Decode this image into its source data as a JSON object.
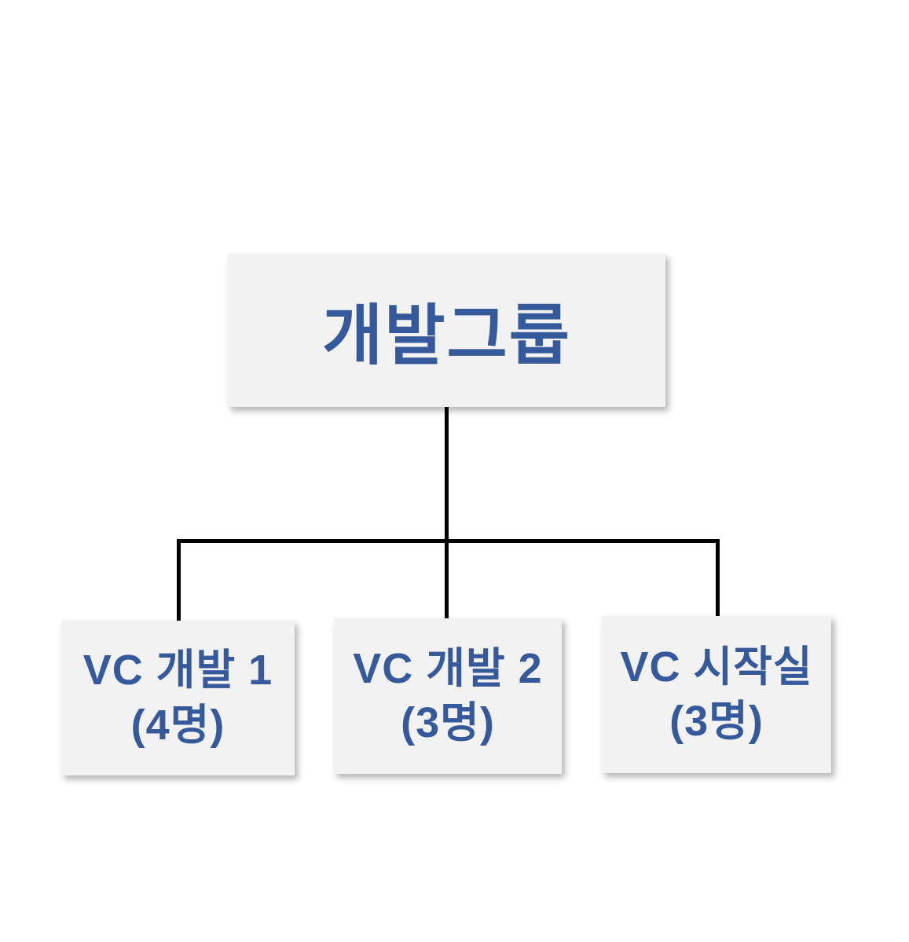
{
  "diagram": {
    "type": "org-chart",
    "root": {
      "label": "개발그룹"
    },
    "children": [
      {
        "name": "VC 개발 1",
        "headcount": "(4명)"
      },
      {
        "name": "VC 개발 2",
        "headcount": "(3명)"
      },
      {
        "name": "VC 시작실",
        "headcount": "(3명)"
      }
    ],
    "colors": {
      "text_blue": "#35599b",
      "box_fill": "#f2f2f2",
      "connector": "#000000",
      "background": "#ffffff"
    }
  }
}
